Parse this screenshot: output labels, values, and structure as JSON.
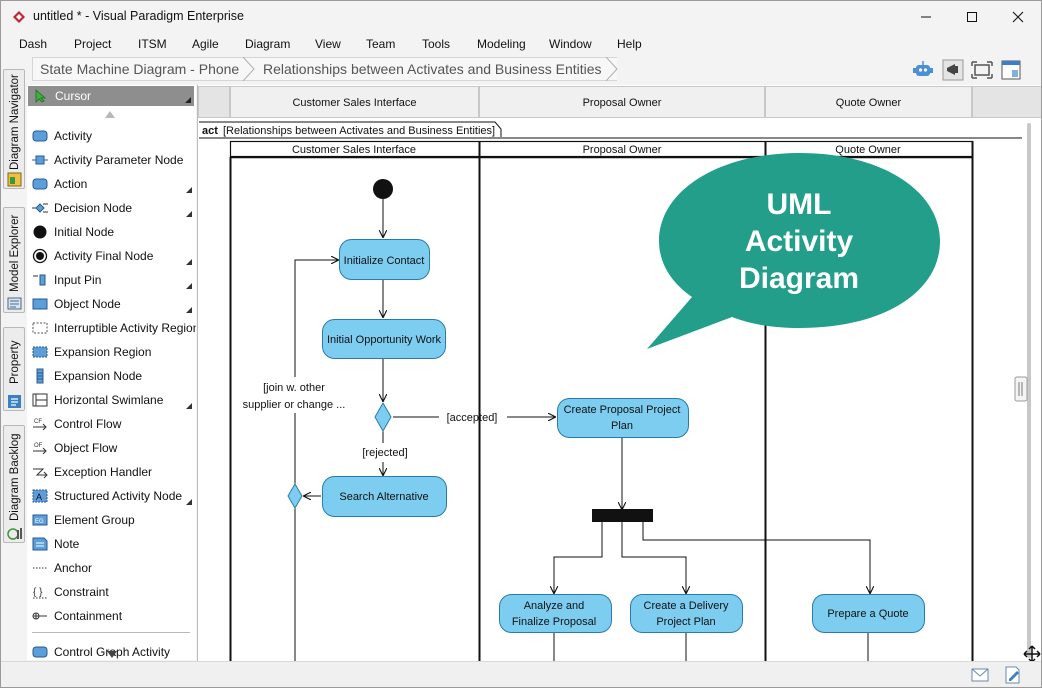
{
  "window": {
    "title": "untitled * - Visual Paradigm Enterprise"
  },
  "menu": [
    "Dash",
    "Project",
    "ITSM",
    "Agile",
    "Diagram",
    "View",
    "Team",
    "Tools",
    "Modeling",
    "Window",
    "Help"
  ],
  "breadcrumb": [
    "State Machine Diagram - Phone",
    "Relationships between Activates and Business Entities"
  ],
  "side_tabs": [
    "Diagram Navigator",
    "Model Explorer",
    "Property",
    "Diagram Backlog"
  ],
  "palette": {
    "cursor": "Cursor",
    "items": [
      "Activity",
      "Activity Parameter Node",
      "Action",
      "Decision Node",
      "Initial Node",
      "Activity Final Node",
      "Input Pin",
      "Object Node",
      "Interruptible Activity Region",
      "Expansion Region",
      "Expansion Node",
      "Horizontal Swimlane",
      "Control Flow",
      "Object Flow",
      "Exception Handler",
      "Structured Activity Node",
      "Element Group",
      "Note",
      "Anchor",
      "Constraint",
      "Containment"
    ],
    "cut_off_item": "Control Graph Activity"
  },
  "diagram": {
    "frame_keyword": "act",
    "frame_title": "[Relationships between Activates and Business Entities]",
    "lanes": [
      "Customer Sales Interface",
      "Proposal Owner",
      "Quote Owner"
    ],
    "nodes": {
      "initialize_contact": "Initialize Contact",
      "initial_opportunity_work": "Initial Opportunity Work",
      "search_alternative": "Search Alternative",
      "create_proposal_line1": "Create Proposal Project",
      "create_proposal_line2": "Plan",
      "analyze_line1": "Analyze and",
      "analyze_line2": "Finalize Proposal",
      "create_delivery_line1": "Create a Delivery",
      "create_delivery_line2": "Project Plan",
      "prepare_quote": "Prepare a Quote"
    },
    "guards": {
      "accepted": "[accepted]",
      "rejected": "[rejected]",
      "join_line1": "[join w. other",
      "join_line2": "supplier or change ..."
    },
    "callout": {
      "line1": "UML",
      "line2": "Activity",
      "line3": "Diagram"
    }
  },
  "colors": {
    "action_fill": "#7dcdf0",
    "action_stroke": "#2a7ca8",
    "callout_fill": "#239e8a",
    "palette_selected": "#8e8e8e",
    "app_icon": "#c8232c"
  }
}
